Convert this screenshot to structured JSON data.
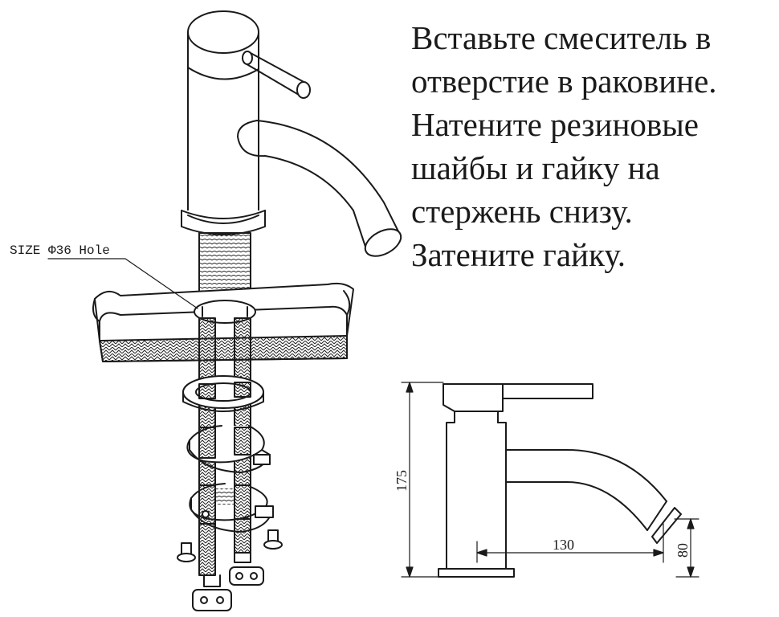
{
  "instructions": {
    "lines": [
      "Вставьте смеситель в",
      "отверстие в раковине.",
      "Натените резиновые",
      "шайбы и гайку на",
      "стержень снизу.",
      "Затените гайку."
    ]
  },
  "diagram": {
    "hole_label": "SIZE Φ36 Hole",
    "dimensions": {
      "height": "175",
      "reach": "130",
      "spout_height": "80"
    }
  }
}
